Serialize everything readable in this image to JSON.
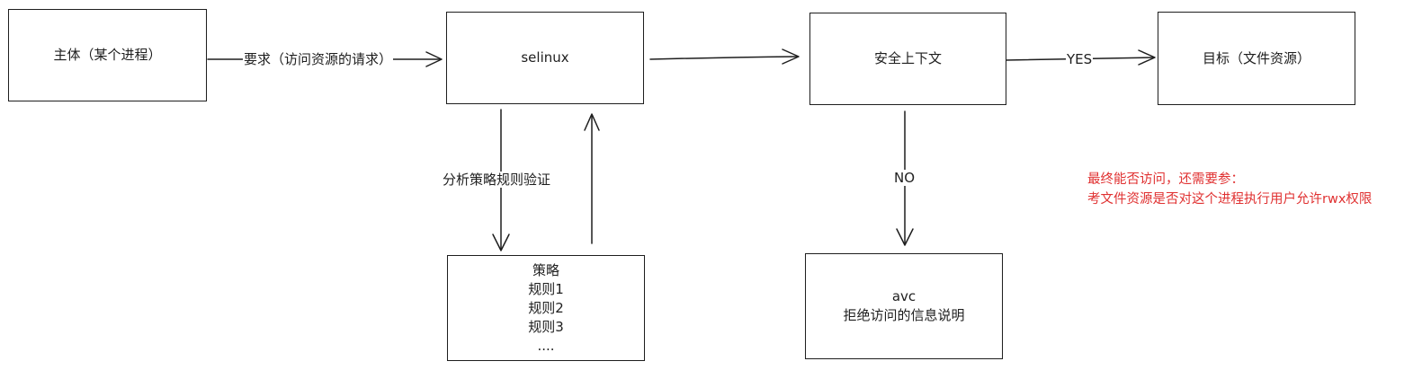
{
  "colors": {
    "stroke": "#1e1e1e",
    "note": "#e03131",
    "background": "#ffffff"
  },
  "nodes": {
    "subject": "主体（某个进程）",
    "selinux": "selinux",
    "context": "安全上下文",
    "target": "目标（文件资源）",
    "policy": [
      "策略",
      "规则1",
      "规则2",
      "规则3",
      "...."
    ],
    "avc": [
      "avc",
      "拒绝访问的信息说明"
    ]
  },
  "edges": {
    "request": "要求（访问资源的请求）",
    "yes": "YES",
    "analyze": "分析策略规则验证",
    "no": "NO"
  },
  "note": [
    "最终能否访问，还需要参：",
    "考文件资源是否对这个进程执行用户允许rwx权限"
  ]
}
